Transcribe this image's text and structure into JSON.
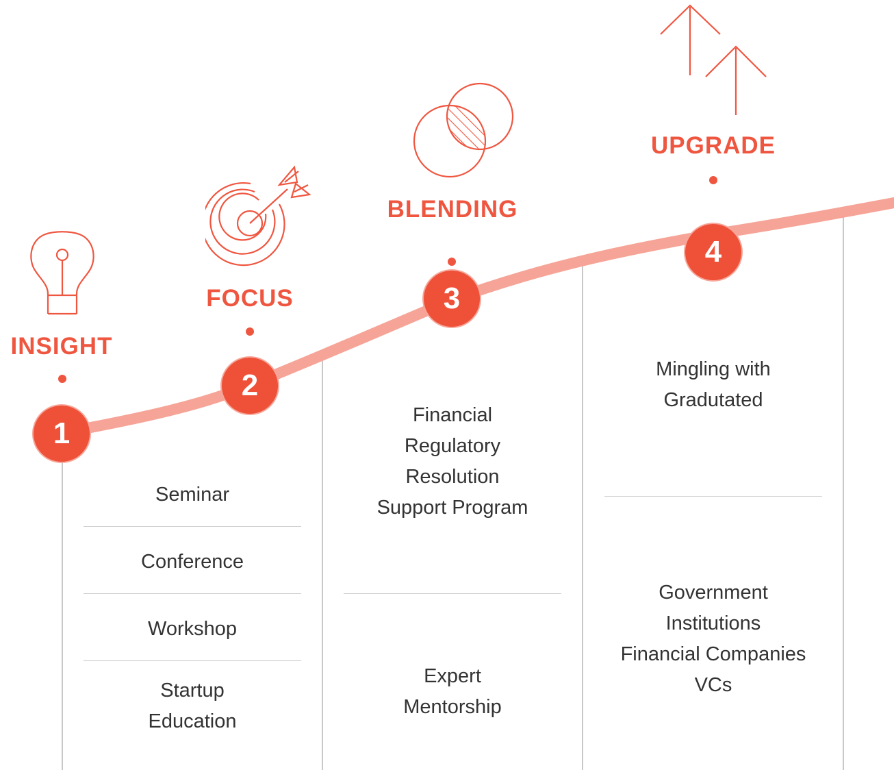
{
  "colors": {
    "accent": "#ef5640",
    "curve": "#f6a497",
    "rule": "#c8c8c8",
    "text": "#333333"
  },
  "stages": [
    {
      "number": "1",
      "title": "INSIGHT",
      "icon": "lightbulb-icon"
    },
    {
      "number": "2",
      "title": "FOCUS",
      "icon": "target-arrow-icon"
    },
    {
      "number": "3",
      "title": "BLENDING",
      "icon": "overlapping-circles-icon"
    },
    {
      "number": "4",
      "title": "UPGRADE",
      "icon": "double-arrow-up-icon"
    }
  ],
  "columns": {
    "insight_focus": [
      "Seminar",
      "Conference",
      "Workshop",
      "Startup\nEducation"
    ],
    "blending": [
      "Financial\nRegulatory\nResolution\nSupport Program",
      "Expert\nMentorship"
    ],
    "upgrade": [
      "Mingling with\nGradutated",
      "Government\nInstitutions\nFinancial Companies\nVCs"
    ]
  }
}
